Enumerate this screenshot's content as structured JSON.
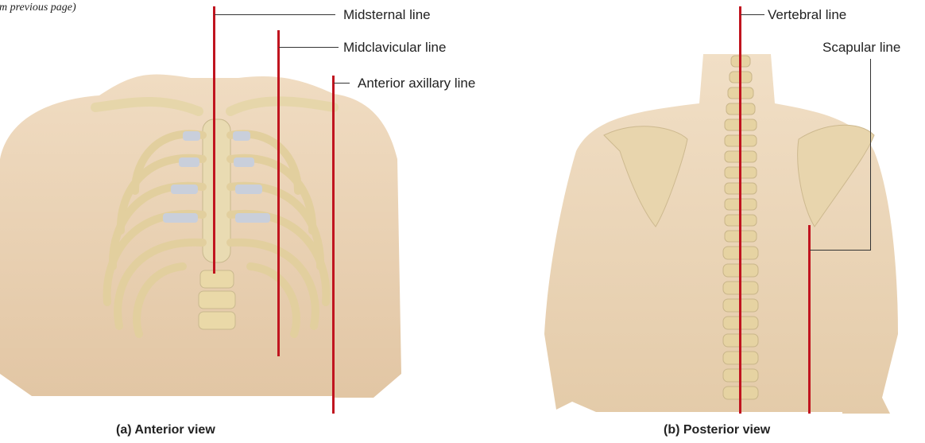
{
  "continuation_note": "om previous page)",
  "anterior": {
    "caption": "(a) Anterior view",
    "labels": {
      "midsternal": "Midsternal line",
      "midclavicular": "Midclavicular line",
      "anterior_axillary": "Anterior axillary line"
    }
  },
  "posterior": {
    "caption": "(b) Posterior view",
    "labels": {
      "vertebral": "Vertebral line",
      "scapular": "Scapular line"
    }
  },
  "colors": {
    "reference_line": "#c0141f",
    "leader_line": "#333333",
    "skin": "#e9d3b6",
    "bone": "#e6d6aa",
    "cartilage": "#c9cfdb"
  }
}
